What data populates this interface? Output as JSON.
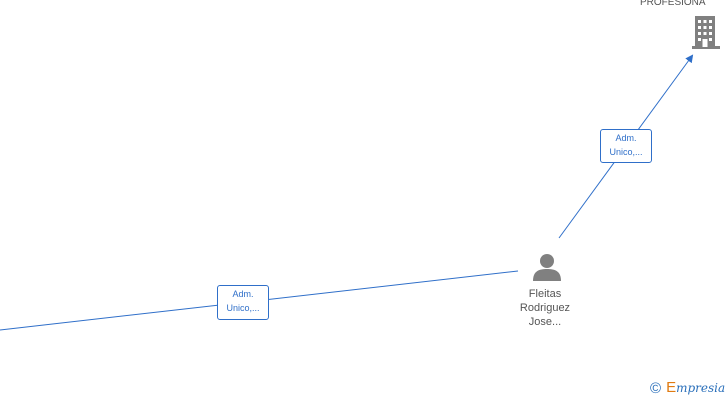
{
  "company": {
    "label": "PROFESIONA",
    "icon": "building-icon"
  },
  "person": {
    "name_lines": [
      "Fleitas",
      "Rodriguez",
      "Jose..."
    ],
    "icon": "person-icon"
  },
  "relations": [
    {
      "lines": [
        "Adm.",
        "Unico,..."
      ]
    },
    {
      "lines": [
        "Adm.",
        "Unico,..."
      ]
    }
  ],
  "colors": {
    "edge": "#2f6fc9",
    "node_icon": "#808080",
    "brand_accent": "#e07b12"
  },
  "brand": {
    "copyright": "©",
    "initial": "E",
    "rest": "mpresia"
  }
}
